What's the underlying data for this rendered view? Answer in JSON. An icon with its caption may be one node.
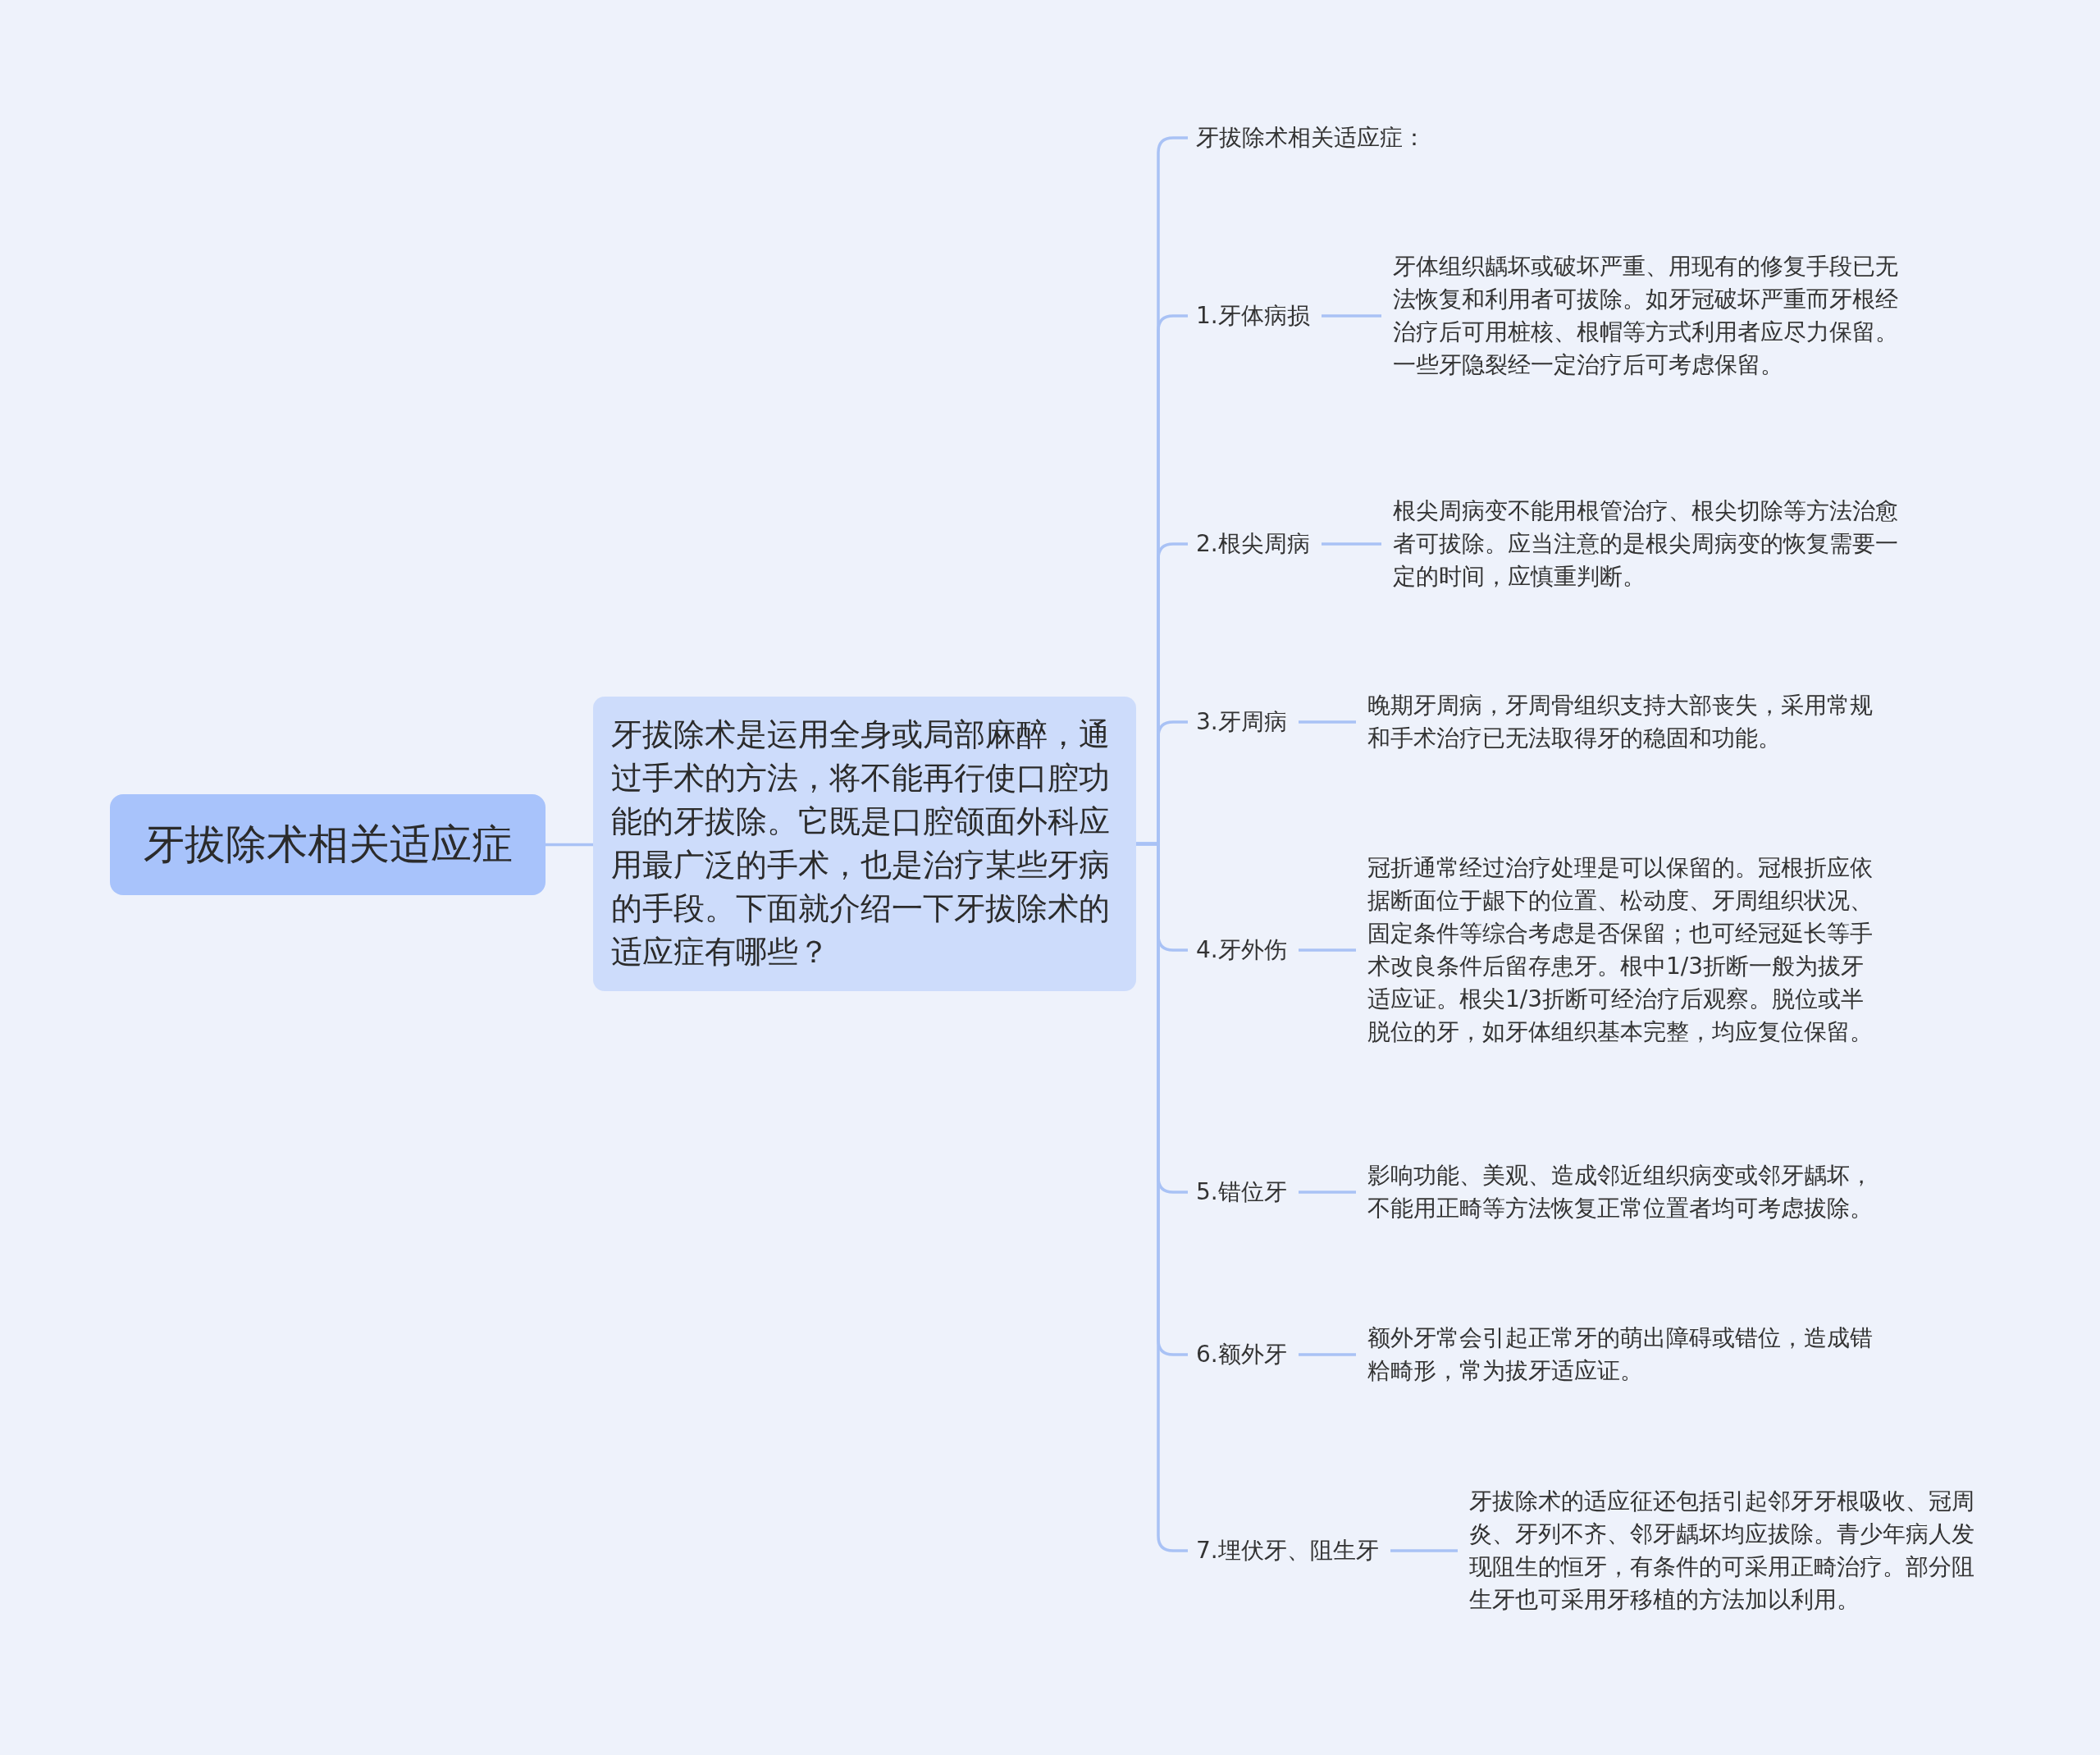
{
  "diagram": {
    "nodes": [
      {
        "text": [
          "牙拔除术相关适应症"
        ]
      },
      {
        "text": [
          "牙拔除术是运用全身或局部麻醉，通过手术的方法，将不能再行使口腔功能的牙拔除。它既是口腔颌面外科应用最广泛的手术，也是治疗某些牙病的手段。下面就介绍一下牙拔除术的适应症有哪些？"
        ]
      },
      {
        "text": [
          "牙拔除术相关适应症："
        ]
      },
      {
        "text": [
          "1.牙体病损"
        ]
      },
      {
        "text": [
          "牙体组织龋坏或破坏严重、用现有的修复手段已无法恢复和利用者可拔除。如牙冠破坏严重而牙根经治疗后可用桩核、根帽等方式利用者应尽力保留。一些牙隐裂经一定治疗后可考虑保留。"
        ]
      },
      {
        "text": [
          "2.根尖周病"
        ]
      },
      {
        "text": [
          "根尖周病变不能用根管治疗、根尖切除等方法治愈者可拔除。应当注意的是根尖周病变的恢复需要一定的时间，应慎重判断。"
        ]
      },
      {
        "text": [
          "3.牙周病"
        ]
      },
      {
        "text": [
          "晚期牙周病，牙周骨组织支持大部丧失，采用常规和手术治疗已无法取得牙的稳固和功能。"
        ]
      },
      {
        "text": [
          "4.牙外伤"
        ]
      },
      {
        "text": [
          "冠折通常经过治疗处理是可以保留的。冠根折应依据断面位于龈下的位置、松动度、牙周组织状况、固定条件等综合考虑是否保留；也可经冠延长等手术改良条件后留存患牙。根中1/3折断一般为拔牙适应证。根尖1/3折断可经治疗后观察。脱位或半脱位的牙，如牙体组织基本完整，均应复位保留。"
        ]
      },
      {
        "text": [
          "5.错位牙"
        ]
      },
      {
        "text": [
          "影响功能、美观、造成邻近组织病变或邻牙龋坏，不能用正畸等方法恢复正常位置者均可考虑拔除。"
        ]
      },
      {
        "text": [
          "6.额外牙"
        ]
      },
      {
        "text": [
          "额外牙常会引起正常牙的萌出障碍或错位，造成错粭畸形，常为拔牙适应证。"
        ]
      },
      {
        "text": [
          "7.埋伏牙、阻生牙"
        ]
      },
      {
        "text": [
          "牙拔除术的适应征还包括引起邻牙牙根吸收、冠周炎、牙列不齐、邻牙龋坏均应拔除。青少年病人发现阻生的恒牙，有条件的可采用正畸治疗。部分阻生牙也可采用牙移植的方法加以利用。"
        ]
      }
    ],
    "edges": [
      {
        "from": 0,
        "to": 1,
        "arrow": "none"
      },
      {
        "from": 1,
        "to": 2,
        "arrow": "none"
      },
      {
        "from": 1,
        "to": 3,
        "arrow": "none"
      },
      {
        "from": 1,
        "to": 5,
        "arrow": "none"
      },
      {
        "from": 1,
        "to": 7,
        "arrow": "none"
      },
      {
        "from": 1,
        "to": 9,
        "arrow": "none"
      },
      {
        "from": 1,
        "to": 11,
        "arrow": "none"
      },
      {
        "from": 1,
        "to": 13,
        "arrow": "none"
      },
      {
        "from": 1,
        "to": 15,
        "arrow": "none"
      },
      {
        "from": 3,
        "to": 4,
        "arrow": "none"
      },
      {
        "from": 5,
        "to": 6,
        "arrow": "none"
      },
      {
        "from": 7,
        "to": 8,
        "arrow": "none"
      },
      {
        "from": 9,
        "to": 10,
        "arrow": "none"
      },
      {
        "from": 11,
        "to": 12,
        "arrow": "none"
      },
      {
        "from": 13,
        "to": 14,
        "arrow": "none"
      },
      {
        "from": 15,
        "to": 16,
        "arrow": "none"
      }
    ]
  }
}
